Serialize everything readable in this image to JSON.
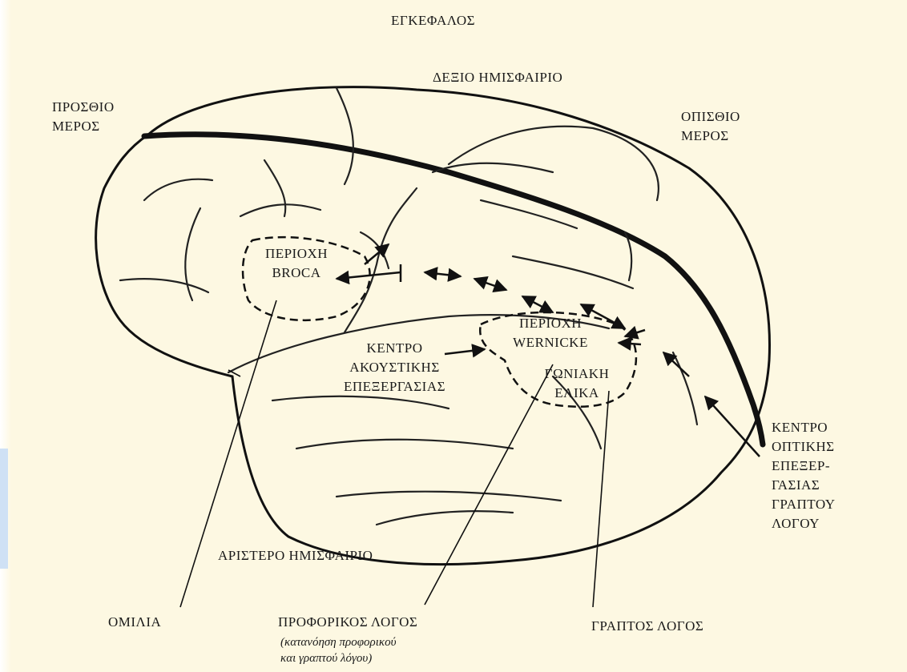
{
  "title": "ΕΓΚΕΦΑΛΟΣ",
  "labels": {
    "right_hemisphere": "ΔΕΞΙΟ ΗΜΙΣΦΑΙΡΙΟ",
    "front_line1": "ΠΡΟΣΘΙΟ",
    "front_line2": "ΜΕΡΟΣ",
    "back_line1": "ΟΠΙΣΘΙΟ",
    "back_line2": "ΜΕΡΟΣ",
    "broca_line1": "ΠΕΡΙΟΧΗ",
    "broca_line2": "BROCA",
    "wernicke_line1": "ΠΕΡΙΟΧΗ",
    "wernicke_line2": "WERNICKE",
    "auditory_line1": "ΚΕΝΤΡΟ",
    "auditory_line2": "ΑΚΟΥΣΤΙΚΗΣ",
    "auditory_line3": "ΕΠΕΞΕΡΓΑΣΙΑΣ",
    "angular_line1": "ΓΩΝΙΑΚΗ",
    "angular_line2": "ΕΛΙΚΑ",
    "visual_line1": "ΚΕΝΤΡΟ",
    "visual_line2": "ΟΠΤΙΚΗΣ",
    "visual_line3": "ΕΠΕΞΕΡ-",
    "visual_line4": "ΓΑΣΙΑΣ",
    "visual_line5": "ΓΡΑΠΤΟΥ",
    "visual_line6": "ΛΟΓΟΥ",
    "left_hemisphere": "ΑΡΙΣΤΕΡΟ ΗΜΙΣΦΑΙΡΙΟ",
    "speech": "ΟΜΙΛΙΑ",
    "oral_speech": "ΠΡΟΦΟΡΙΚΟΣ ΛΟΓΟΣ",
    "oral_note_line1": "(κατανόηση προφορικού",
    "oral_note_line2": "και γραπτού λόγου)",
    "written_speech": "ΓΡΑΠΤΟΣ ΛΟΓΟΣ"
  }
}
